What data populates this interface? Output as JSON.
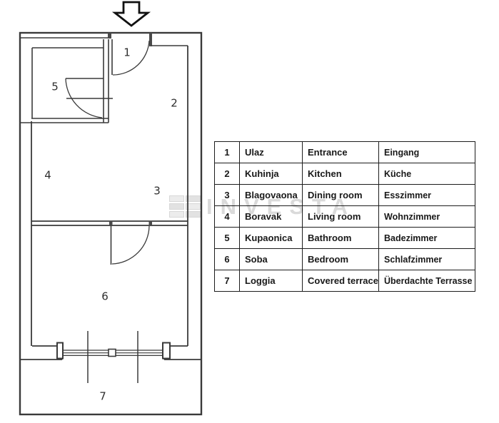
{
  "floorplan": {
    "rooms": [
      {
        "number": "1"
      },
      {
        "number": "2"
      },
      {
        "number": "3"
      },
      {
        "number": "4"
      },
      {
        "number": "5"
      },
      {
        "number": "6"
      },
      {
        "number": "7"
      }
    ]
  },
  "legend": {
    "rows": [
      {
        "num": "1",
        "hr": "Ulaz",
        "en": "Entrance",
        "de": "Eingang"
      },
      {
        "num": "2",
        "hr": "Kuhinja",
        "en": "Kitchen",
        "de": "Küche"
      },
      {
        "num": "3",
        "hr": "Blagovaona",
        "en": "Dining room",
        "de": "Esszimmer"
      },
      {
        "num": "4",
        "hr": "Boravak",
        "en": "Living room",
        "de": "Wohnzimmer"
      },
      {
        "num": "5",
        "hr": "Kupaonica",
        "en": "Bathroom",
        "de": "Badezimmer"
      },
      {
        "num": "6",
        "hr": "Soba",
        "en": "Bedroom",
        "de": "Schlafzimmer"
      },
      {
        "num": "7",
        "hr": "Loggia",
        "en": "Covered terrace",
        "de": "Überdachte Terrasse"
      }
    ]
  },
  "watermark": {
    "text": "INVESTA"
  },
  "colors": {
    "plan_line": "#3a3a3a",
    "table_border": "#1c1c1c",
    "watermark": "#dadada"
  }
}
